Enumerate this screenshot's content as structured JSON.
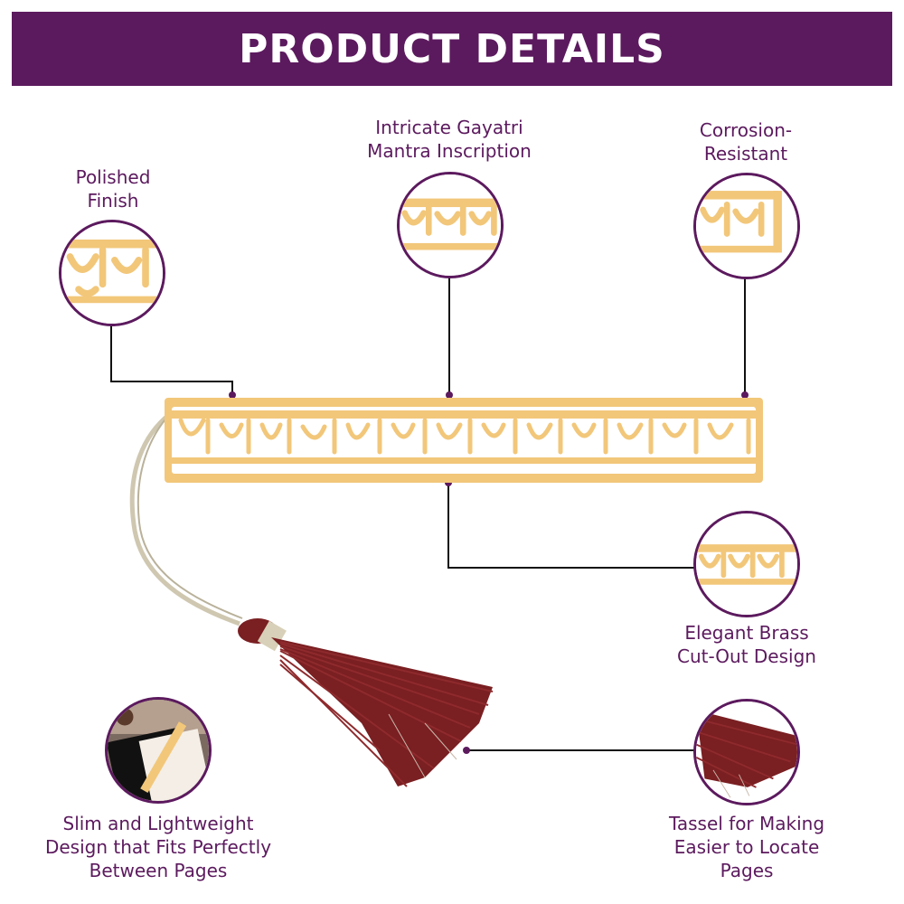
{
  "banner": {
    "title": "PRODUCT DETAILS"
  },
  "features": [
    {
      "lines": [
        "Polished",
        "Finish"
      ]
    },
    {
      "lines": [
        "Intricate Gayatri",
        "Mantra Inscription"
      ]
    },
    {
      "lines": [
        "Corrosion-",
        "Resistant"
      ]
    },
    {
      "lines": [
        "Elegant Brass",
        "Cut-Out Design"
      ]
    },
    {
      "lines": [
        "Tassel for Making",
        "Easier to Locate",
        "Pages"
      ]
    },
    {
      "lines": [
        "Slim and Lightweight",
        "Design that Fits Perfectly",
        "Between Pages"
      ]
    }
  ],
  "colors": {
    "brand": "#5c1a5e",
    "brass": "#f2c77a",
    "tassel": "#7a1f22",
    "cord": "#cfc7b0"
  }
}
